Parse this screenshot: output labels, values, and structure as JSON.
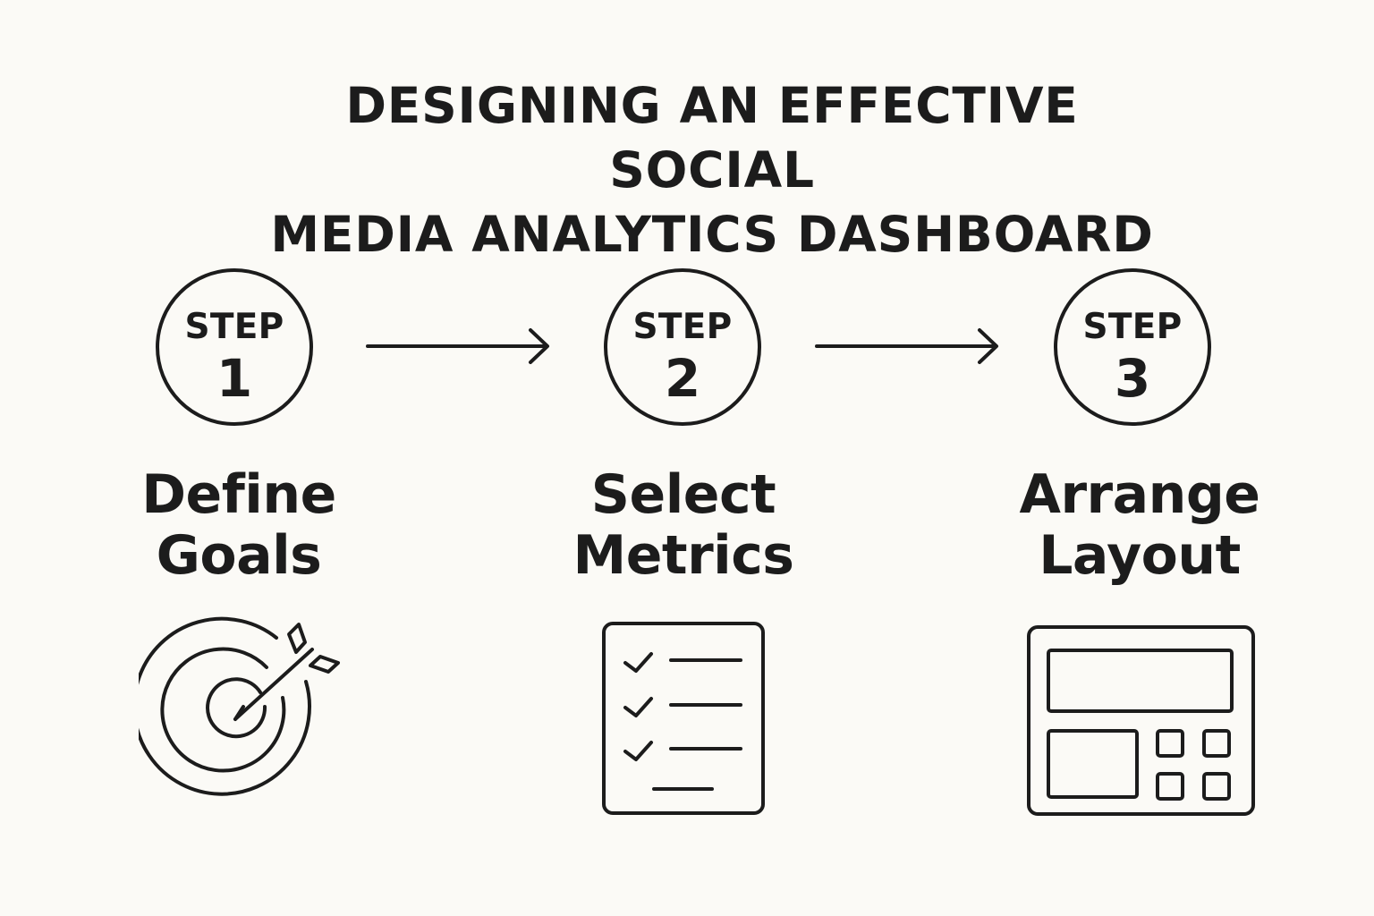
{
  "title": {
    "line1": "DESIGNING AN EFFECTIVE SOCIAL",
    "line2": "MEDIA ANALYTICS DASHBOARD"
  },
  "steps": [
    {
      "word": "STEP",
      "number": "1",
      "label_line1": "Define",
      "label_line2": "Goals",
      "icon": "target-arrow-icon"
    },
    {
      "word": "STEP",
      "number": "2",
      "label_line1": "Select",
      "label_line2": "Metrics",
      "icon": "checklist-icon"
    },
    {
      "word": "STEP",
      "number": "3",
      "label_line1": "Arrange",
      "label_line2": "Layout",
      "icon": "layout-grid-icon"
    }
  ],
  "colors": {
    "background": "#fbfaf6",
    "ink": "#1c1c1c"
  }
}
